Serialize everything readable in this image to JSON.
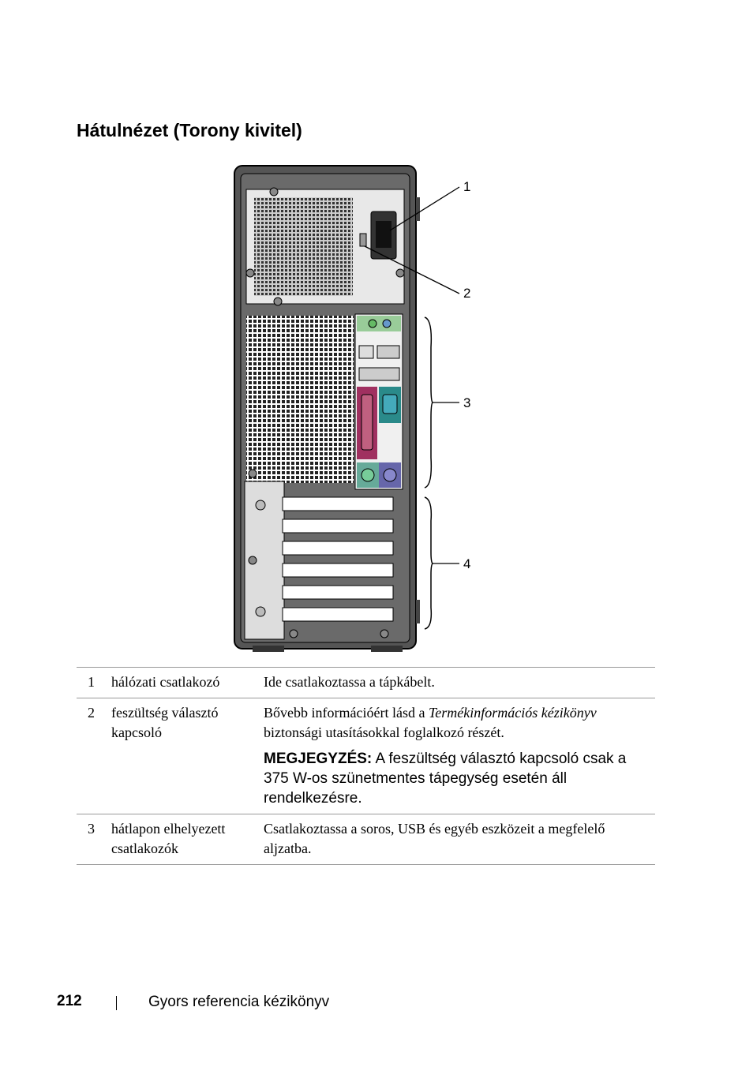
{
  "heading": "Hátulnézet (Torony kivitel)",
  "callouts": [
    "1",
    "2",
    "3",
    "4"
  ],
  "rows": [
    {
      "num": "1",
      "name": "hálózati csatlakozó",
      "desc": "Ide csatlakoztassa a tápkábelt."
    },
    {
      "num": "2",
      "name": "feszültség választó kapcsoló",
      "desc_pre": "Bővebb információért lásd a ",
      "desc_em": "Termékinformációs kézikönyv",
      "desc_post": " biztonsági utasításokkal foglalkozó részét.",
      "note_label": "MEGJEGYZÉS:",
      "note_text": " A feszültség választó kapcsoló csak a 375 W-os szünetmentes tápegység esetén áll rendelkezésre."
    },
    {
      "num": "3",
      "name": "hátlapon elhelyezett csatlakozók",
      "desc": "Csatlakoztassa a soros, USB és egyéb eszközeit a megfelelő aljzatba."
    }
  ],
  "footer": {
    "page": "212",
    "title": "Gyors referencia kézikönyv"
  }
}
